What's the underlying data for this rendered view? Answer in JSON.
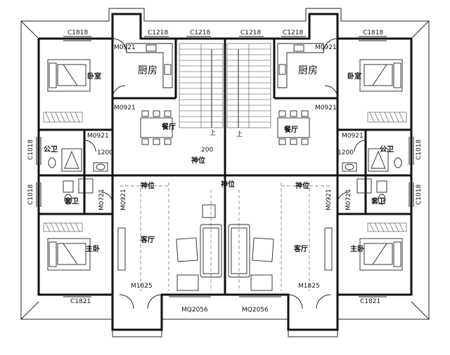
{
  "labels": {
    "window_c1818": "C1818",
    "window_c1218": "C1218",
    "window_c1018": "C1018",
    "window_c1821": "C1821",
    "door_m0921": "M0921",
    "door_m0721": "M0721",
    "door_m1825": "M1825",
    "door_mq2056": "MQ2056",
    "dim_1200": "1200",
    "dim_200": "200",
    "kitchen": "厨房",
    "bedroom": "卧室",
    "master_bedroom": "主卧",
    "public_bath": "公卫",
    "ensuite_bath": "套卫",
    "dining": "餐厅",
    "living": "客厅",
    "shrine": "神位",
    "stair_up": "上"
  }
}
